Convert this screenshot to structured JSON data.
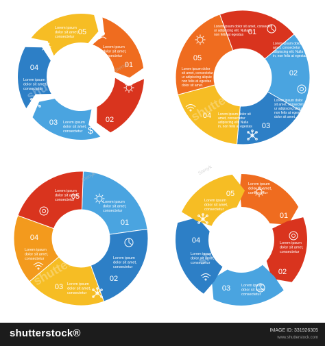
{
  "colors": {
    "red": "#d9341e",
    "orange": "#ef6c1f",
    "amber": "#f39a1d",
    "yellow": "#f6bd24",
    "light_blue": "#4aa4e0",
    "blue": "#2d7fc6",
    "footer_bg": "#1c1c1c"
  },
  "lorem": [
    "Lorem ipsum",
    "dolor sit amet,",
    "consectetur"
  ],
  "lorem_long": [
    "Lorem ipsum dolor sit amet, consectet",
    "ur adipiscing elit. Nullam",
    "non felis at egestas"
  ],
  "lorem_long_b": [
    "Lorem ipsum dolor sit",
    "amet, consectetur",
    "adipiscing elit. Nulla",
    "in, non felis at egestas"
  ],
  "lorem_long_c": [
    "Lorem ipsum dolor",
    "sit amet, consectetur",
    "ur adipiscing aliquie",
    "non felis at egestas",
    "dolor sit amet."
  ],
  "diagrams": [
    {
      "name": "arrow-cycle-top-left",
      "steps": [
        "01",
        "02",
        "03",
        "04",
        "05"
      ]
    },
    {
      "name": "ring-top-right",
      "steps": [
        "01",
        "02",
        "03",
        "04",
        "05"
      ]
    },
    {
      "name": "ring-bottom-left",
      "steps": [
        "01",
        "02",
        "03",
        "04",
        "05"
      ]
    },
    {
      "name": "arrow-cycle-bottom-right",
      "steps": [
        "01",
        "02",
        "03",
        "04",
        "05"
      ]
    }
  ],
  "watermarks": [
    "shutterstock",
    "Stenyk"
  ],
  "footer": {
    "brand": "shutterstock®",
    "image_id": "IMAGE ID: 331926305",
    "site": "www.shutterstock.com"
  }
}
